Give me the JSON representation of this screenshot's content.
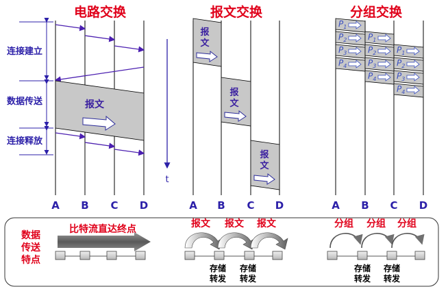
{
  "titles": {
    "circuit": "电路交换",
    "message": "报文交换",
    "packet": "分组交换"
  },
  "phases": {
    "connect": "连接建立",
    "transfer": "数据传送",
    "release": "连接释放"
  },
  "time_label": "t",
  "nodes": [
    "A",
    "B",
    "C",
    "D"
  ],
  "message_label": "报文",
  "packet_labels": [
    "P1",
    "P2",
    "P3",
    "P4"
  ],
  "legend": {
    "title": "数据传送特点",
    "circuit": "比特流直达终点",
    "message": "报文",
    "packet": "分组",
    "store_forward_1": "存储",
    "store_forward_2": "转发"
  },
  "colors": {
    "title_red": "#e0001a",
    "label_blue": "#2b1fa8",
    "arrow_purple": "#4b1fb0",
    "gray_fill": "#c8c8c8",
    "message_text": "#3a1fa0",
    "packet_text": "#3a4fc0"
  }
}
